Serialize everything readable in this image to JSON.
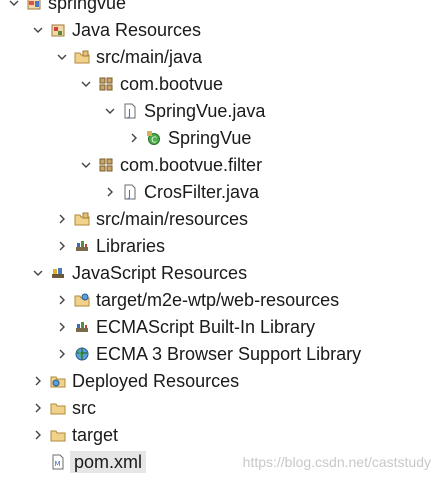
{
  "tree": {
    "rows": [
      {
        "label": "springvue",
        "name": "project-springvue",
        "icon": "project-icon",
        "twisty": "open",
        "level": 0
      },
      {
        "label": "Java Resources",
        "name": "java-resources",
        "icon": "java-resources-icon",
        "twisty": "open",
        "level": 1
      },
      {
        "label": "src/main/java",
        "name": "src-main-java",
        "icon": "source-folder-icon",
        "twisty": "open",
        "level": 2
      },
      {
        "label": "com.bootvue",
        "name": "package-com-bootvue",
        "icon": "package-icon",
        "twisty": "open",
        "level": 3
      },
      {
        "label": "SpringVue.java",
        "name": "file-springvue-java",
        "icon": "java-file-icon",
        "twisty": "open",
        "level": 4
      },
      {
        "label": "SpringVue",
        "name": "class-springvue",
        "icon": "class-icon",
        "twisty": "closed",
        "level": 5
      },
      {
        "label": "com.bootvue.filter",
        "name": "package-com-bootvue-filter",
        "icon": "package-icon",
        "twisty": "open",
        "level": 3
      },
      {
        "label": "CrosFilter.java",
        "name": "file-crosfilter-java",
        "icon": "java-file-icon",
        "twisty": "closed",
        "level": 4
      },
      {
        "label": "src/main/resources",
        "name": "src-main-resources",
        "icon": "source-folder-icon",
        "twisty": "closed",
        "level": 2
      },
      {
        "label": "Libraries",
        "name": "libraries",
        "icon": "library-icon",
        "twisty": "closed",
        "level": 2
      },
      {
        "label": "JavaScript Resources",
        "name": "javascript-resources",
        "icon": "js-library-icon",
        "twisty": "open",
        "level": 1
      },
      {
        "label": "target/m2e-wtp/web-resources",
        "name": "web-resources",
        "icon": "web-folder-icon",
        "twisty": "closed",
        "level": 2
      },
      {
        "label": "ECMAScript Built-In Library",
        "name": "ecmascript-builtin-library",
        "icon": "library-icon",
        "twisty": "closed",
        "level": 2
      },
      {
        "label": "ECMA 3 Browser Support Library",
        "name": "ecma3-browser-library",
        "icon": "globe-icon",
        "twisty": "closed",
        "level": 2
      },
      {
        "label": "Deployed Resources",
        "name": "deployed-resources",
        "icon": "deployed-icon",
        "twisty": "closed",
        "level": 1
      },
      {
        "label": "src",
        "name": "folder-src",
        "icon": "folder-icon",
        "twisty": "closed",
        "level": 1
      },
      {
        "label": "target",
        "name": "folder-target",
        "icon": "folder-icon",
        "twisty": "closed",
        "level": 1
      },
      {
        "label": "pom.xml",
        "name": "file-pom-xml",
        "icon": "xml-file-icon",
        "twisty": "none",
        "level": 1,
        "selected": true
      }
    ]
  },
  "watermark": "https://blog.csdn.net/caststudy"
}
